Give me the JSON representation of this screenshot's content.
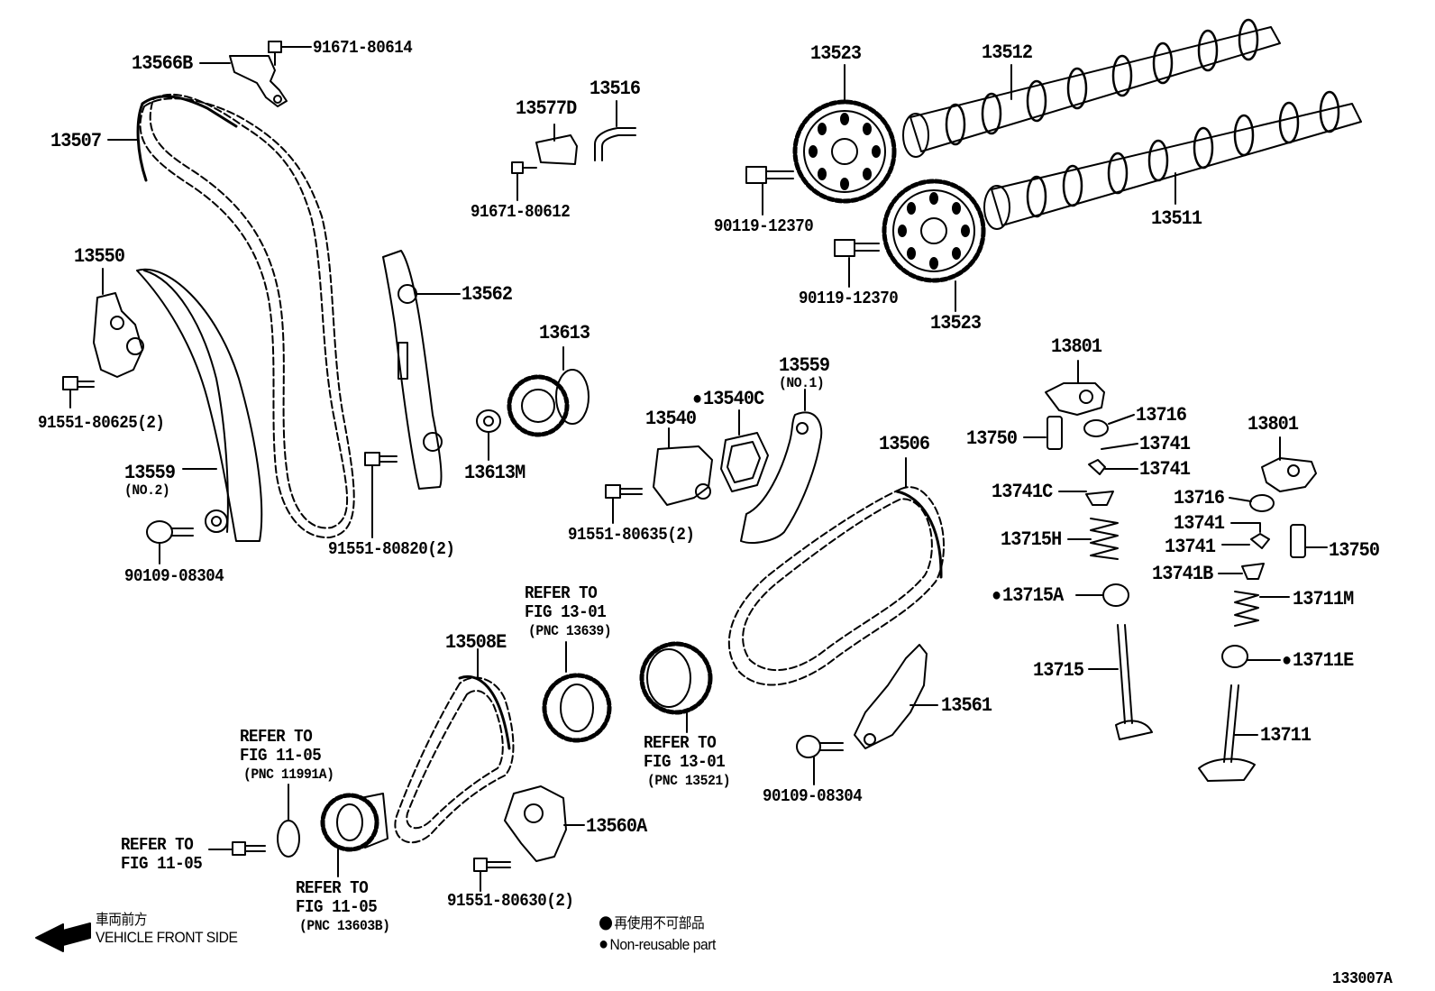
{
  "labels": {
    "p13566B": "13566B",
    "p91671_80614": "91671-80614",
    "p13507": "13507",
    "p13577D": "13577D",
    "p13516": "13516",
    "p91671_80612": "91671-80612",
    "p13523_top": "13523",
    "p13512": "13512",
    "p90119_12370_a": "90119-12370",
    "p13511": "13511",
    "p90119_12370_b": "90119-12370",
    "p13523_bottom": "13523",
    "p13550": "13550",
    "p91551_80625": "91551-80625(2)",
    "p13562": "13562",
    "p13613": "13613",
    "p13559_no1": "13559",
    "p13559_no1_sub": "(NO.1)",
    "p13540C": "13540C",
    "p13540": "13540",
    "p13613M": "13613M",
    "p13801_a": "13801",
    "p13716_a": "13716",
    "p13750_a": "13750",
    "p13741_a": "13741",
    "p13741_b": "13741",
    "p13801_b": "13801",
    "p13506": "13506",
    "p13559_no2": "13559",
    "p13559_no2_sub": "(NO.2)",
    "p91551_80820": "91551-80820(2)",
    "p90109_08304_a": "90109-08304",
    "p91551_80635": "91551-80635(2)",
    "p13741C": "13741C",
    "p13716_b": "13716",
    "p13715H": "13715H",
    "p13741_c": "13741",
    "p13741_d": "13741",
    "p13750_b": "13750",
    "p13741B": "13741B",
    "p13715A": "13715A",
    "p13711M": "13711M",
    "p13711E": "13711E",
    "p13715": "13715",
    "p13711": "13711",
    "p13561": "13561",
    "p90109_08304_b": "90109-08304",
    "p13508E": "13508E",
    "p13560A": "13560A",
    "p91551_80630": "91551-80630(2)"
  },
  "refs": {
    "r1_line1": "REFER TO",
    "r1_line2": "FIG 13-01",
    "r1_line3": "(PNC 13639)",
    "r2_line1": "REFER TO",
    "r2_line2": "FIG 13-01",
    "r2_line3": "(PNC 13521)",
    "r3_line1": "REFER TO",
    "r3_line2": "FIG 11-05",
    "r3_line3": "(PNC 11991A)",
    "r4_line1": "REFER TO",
    "r4_line2": "FIG 11-05",
    "r5_line1": "REFER TO",
    "r5_line2": "FIG 11-05",
    "r5_line3": "(PNC 13603B)"
  },
  "legend": {
    "jp_text": "再使用不可部品",
    "en_text": "Non-reusable part"
  },
  "direction": {
    "jp_text": "車両前方",
    "en_text": "VEHICLE FRONT SIDE"
  },
  "figure_code": "133007A"
}
